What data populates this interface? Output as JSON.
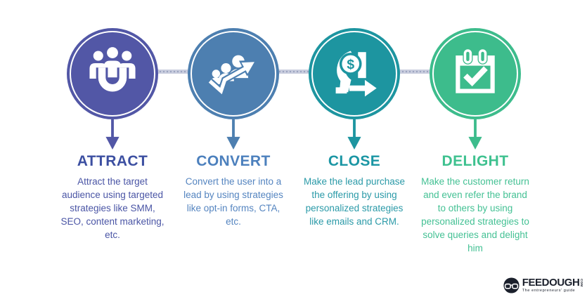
{
  "stages": [
    {
      "title": "ATTRACT",
      "description": "Attract the target audience using targeted strategies like SMM, SEO, content marketing, etc.",
      "icon": "magnet-audience-icon",
      "color": "#5257a6",
      "title_color": "#3c4fa1",
      "text_color": "#4a55a5"
    },
    {
      "title": "CONVERT",
      "description": "Convert the user into a lead by using strategies like opt-in forms, CTA,  etc.",
      "icon": "audience-growth-arrow-icon",
      "color": "#4d7fb0",
      "title_color": "#4c80bd",
      "text_color": "#5585c0"
    },
    {
      "title": "CLOSE",
      "description": "Make the lead purchase the offering by using personalized strategies like emails and CRM.",
      "icon": "hand-dollar-purchase-icon",
      "color": "#1d95a0",
      "title_color": "#1b96a4",
      "text_color": "#2b9aa8"
    },
    {
      "title": "DELIGHT",
      "description": "Make the customer return and even refer the brand to others by using personalized strategies to solve queries and delight him",
      "icon": "calendar-check-icon",
      "color": "#3dbc8c",
      "title_color": "#3ec18f",
      "text_color": "#44c194"
    }
  ],
  "connector": {
    "color": "#c9cdde",
    "dot_color": "#9aa3bf"
  },
  "logo": {
    "brand": "FEEDOUGH",
    "suffix": "COM",
    "tagline": "The entrepreneurs' guide",
    "color": "#1b202c"
  }
}
